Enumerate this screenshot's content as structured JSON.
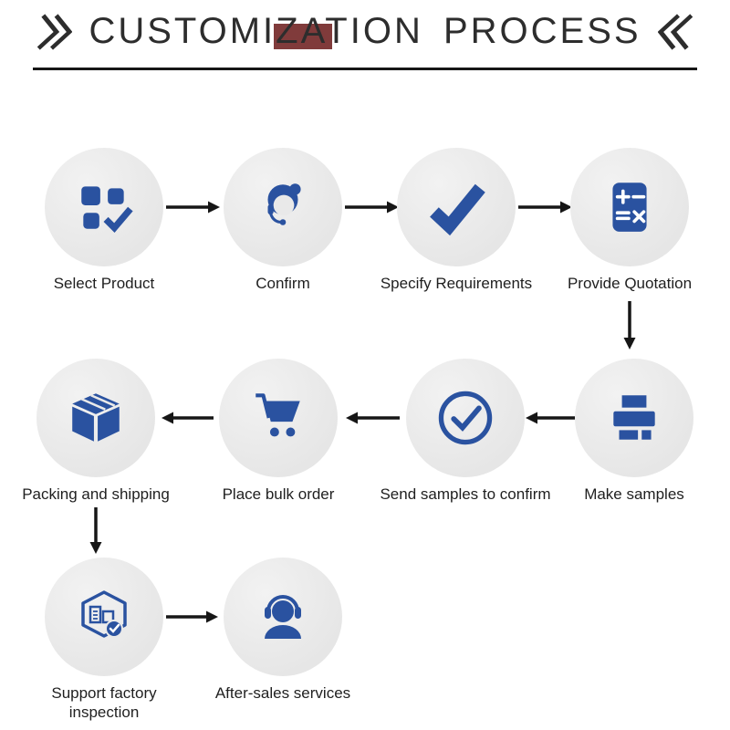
{
  "title": {
    "text": "CUSTOMIZATION PROCESS",
    "left_mark": "right-double-chevron",
    "right_mark": "left-double-chevron"
  },
  "colors": {
    "icon_blue": "#2a52a0",
    "circle_bg": "#e9e9e9",
    "arrow_black": "#161616",
    "title_text": "#2d2d2d",
    "title_artifact_red": "#6e2020"
  },
  "steps": [
    {
      "label": "Select Product",
      "icon": "product-grid-check-icon"
    },
    {
      "label": "Confirm",
      "icon": "customer-service-icon"
    },
    {
      "label": "Specify Requirements",
      "icon": "checkmark-icon"
    },
    {
      "label": "Provide Quotation",
      "icon": "calculator-icon"
    },
    {
      "label": "Make samples",
      "icon": "printer-icon"
    },
    {
      "label": "Send samples to confirm",
      "icon": "circle-check-icon"
    },
    {
      "label": "Place bulk order",
      "icon": "shopping-cart-icon"
    },
    {
      "label": "Packing and shipping",
      "icon": "package-box-icon"
    },
    {
      "label": "Support factory inspection",
      "icon": "factory-inspection-icon"
    },
    {
      "label": "After-sales services",
      "icon": "headset-person-icon"
    }
  ]
}
